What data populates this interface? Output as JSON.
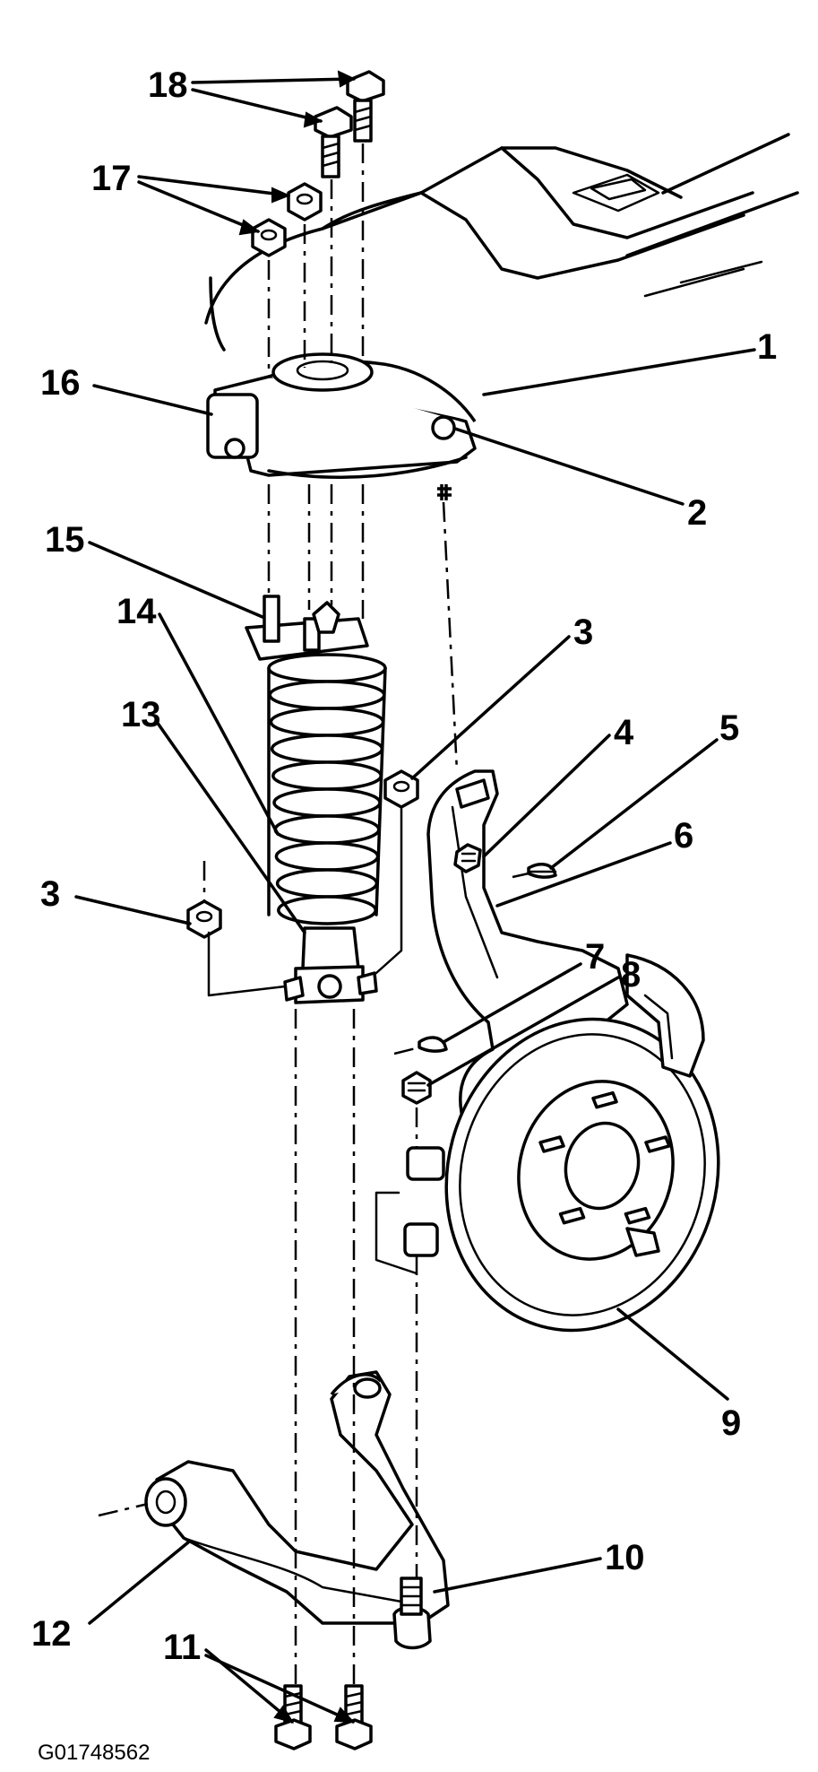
{
  "diagram": {
    "callouts": [
      "1",
      "2",
      "3",
      "3",
      "4",
      "5",
      "6",
      "7",
      "8",
      "9",
      "10",
      "11",
      "12",
      "13",
      "14",
      "15",
      "16",
      "17",
      "18"
    ],
    "figure_code": "G01748562"
  }
}
